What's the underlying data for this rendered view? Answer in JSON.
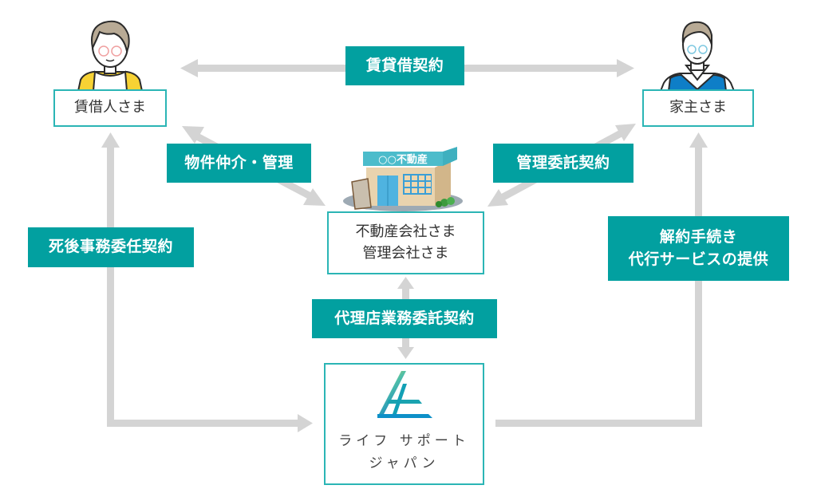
{
  "diagram": {
    "nodes": {
      "tenant": {
        "label": "賃借人さま",
        "icon": "elderly-woman-icon"
      },
      "landlord": {
        "label": "家主さま",
        "icon": "elderly-man-icon"
      },
      "realestate": {
        "label_line1": "不動産会社さま",
        "label_line2": "管理会社さま",
        "icon": "real-estate-shop-icon",
        "shop_sign": "○○不動産"
      },
      "lifesupport": {
        "label_line1": "ライフ サポート",
        "label_line2": "ジャパン",
        "icon": "life-support-japan-logo-icon"
      }
    },
    "edges": {
      "lease": {
        "label": "賃貸借契約",
        "from": "tenant",
        "to": "landlord",
        "direction": "both"
      },
      "brokerage": {
        "label": "物件仲介・管理",
        "from": "tenant",
        "to": "realestate",
        "direction": "both"
      },
      "management": {
        "label": "管理委託契約",
        "from": "landlord",
        "to": "realestate",
        "direction": "both"
      },
      "posthumous": {
        "label": "死後事務委任契約",
        "from": "lifesupport",
        "to": "tenant",
        "direction": "both"
      },
      "cancellation": {
        "label_line1": "解約手続き",
        "label_line2": "代行サービスの提供",
        "from": "lifesupport",
        "to": "landlord",
        "direction": "one-way"
      },
      "agency": {
        "label": "代理店業務委託契約",
        "from": "realestate",
        "to": "lifesupport",
        "direction": "both"
      }
    },
    "colors": {
      "label_bg": "#02a0a0",
      "box_border": "#2bb5b5",
      "arrow": "#d4d4d4",
      "text": "#333333"
    }
  }
}
